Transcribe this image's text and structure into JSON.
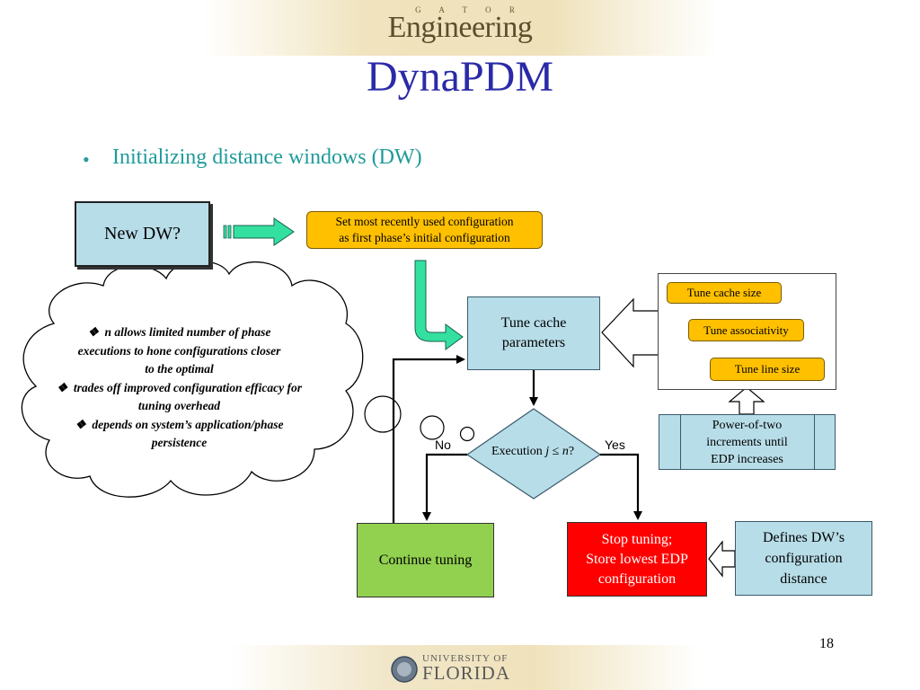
{
  "header": {
    "logo_small": "G A T O R",
    "logo_main": "Engineering",
    "title": "DynaPDM"
  },
  "bullet": {
    "marker": "•",
    "text": "Initializing distance windows (DW)"
  },
  "flowchart": {
    "new_dw": "New DW?",
    "set_config_line1": "Set most recently used configuration",
    "set_config_line2": "as first phase’s initial configuration",
    "tune_params_line1": "Tune cache",
    "tune_params_line2": "parameters",
    "options": [
      "Tune cache size",
      "Tune associativity",
      "Tune line size"
    ],
    "power_line1": "Power-of-two",
    "power_line2": "increments until",
    "power_line3": "EDP increases",
    "decision_prefix": "Execution ",
    "decision_var": "j",
    "decision_op": " ≤ ",
    "decision_var2": "n",
    "decision_suffix": "?",
    "no_label": "No",
    "yes_label": "Yes",
    "continue_label": "Continue tuning",
    "stop_line1": "Stop tuning;",
    "stop_line2": "Store lowest EDP",
    "stop_line3": "configuration",
    "defines_line1": "Defines DW’s",
    "defines_line2": "configuration",
    "defines_line3": "distance"
  },
  "cloud": {
    "bullet_icon": "❖",
    "line1_var": "n",
    "line1_rest": " allows limited number of phase",
    "line2": "executions to hone configurations closer",
    "line3": "to the optimal",
    "line4": "trades off improved configuration efficacy for",
    "line5": "tuning overhead",
    "line6": "depends on system’s application/phase",
    "line7": "persistence"
  },
  "footer": {
    "page_number": "18",
    "uf_small": "UNIVERSITY OF",
    "uf_main": "FLORIDA"
  },
  "colors": {
    "title": "#2a2aa8",
    "bullet": "#1f9a9a",
    "box_blue": "#b7dde8",
    "box_orange": "#ffc000",
    "box_green": "#92d050",
    "box_red": "#ff0000",
    "arrow_green": "#33e0a0"
  }
}
